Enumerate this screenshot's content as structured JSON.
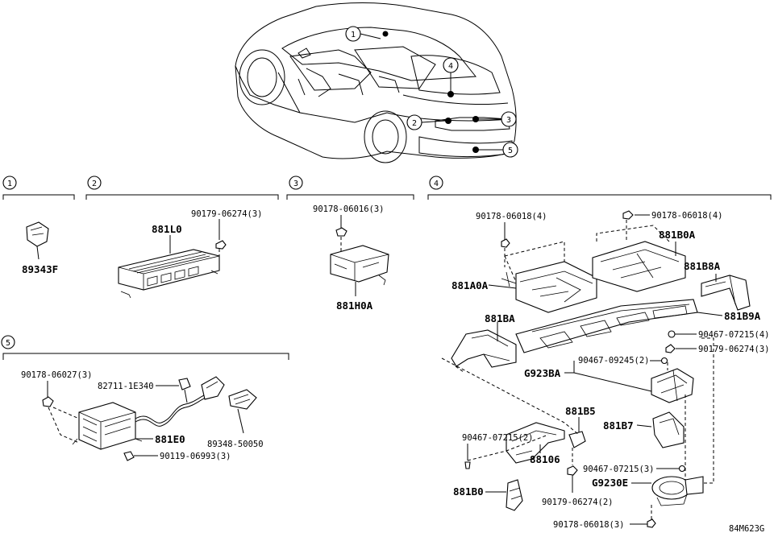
{
  "sections": [
    {
      "number": "1"
    },
    {
      "number": "2"
    },
    {
      "number": "3"
    },
    {
      "number": "4"
    },
    {
      "number": "5"
    }
  ],
  "car_callouts": [
    "1",
    "2",
    "3",
    "4",
    "5"
  ],
  "labels": {
    "s1_89343F": "89343F",
    "s2_881L0": "881L0",
    "s2_90179_06274_3": "90179-06274(3)",
    "s3_90178_06016_3": "90178-06016(3)",
    "s3_881H0A": "881H0A",
    "s4_90178_06018_4_left": "90178-06018(4)",
    "s4_90178_06018_4_right": "90178-06018(4)",
    "s4_881B0A": "881B0A",
    "s4_881B8A": "881B8A",
    "s4_881A0A": "881A0A",
    "s4_881B9A": "881B9A",
    "s4_881BA": "881BA",
    "s4_90467_07215_4": "90467-07215(4)",
    "s4_90179_06274_3": "90179-06274(3)",
    "s4_90467_09245_2": "90467-09245(2)",
    "s4_G923BA": "G923BA",
    "s4_881B5": "881B5",
    "s4_881B7": "881B7",
    "s4_90467_07215_2": "90467-07215(2)",
    "s4_88106": "88106",
    "s4_90467_07215_3": "90467-07215(3)",
    "s4_G9230E": "G9230E",
    "s4_881B0": "881B0",
    "s4_90179_06274_2": "90179-06274(2)",
    "s4_90178_06018_3": "90178-06018(3)",
    "s5_90178_06027_3": "90178-06027(3)",
    "s5_82711_1E340": "82711-1E340",
    "s5_881E0": "881E0",
    "s5_89348_50050": "89348-50050",
    "s5_90119_06993_3": "90119-06993(3)"
  },
  "diagram_code": "84M623G"
}
